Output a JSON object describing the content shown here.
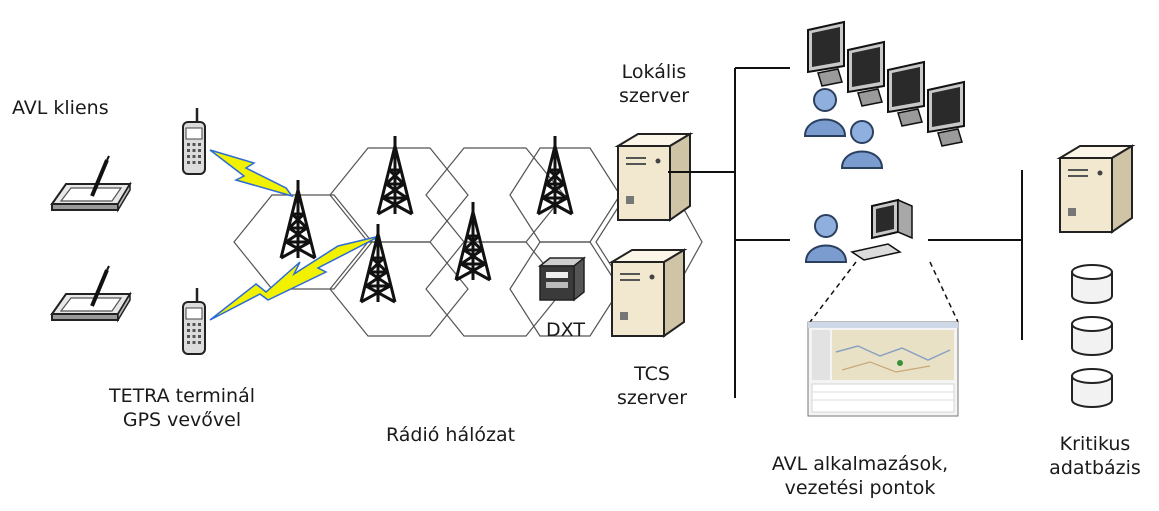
{
  "labels": {
    "avl_client": "AVL kliens",
    "tetra_line1": "TETRA terminál",
    "tetra_line2": "GPS vevővel",
    "radio_network": "Rádió hálózat",
    "dxt": "DXT",
    "local_server_line1": "Lokális",
    "local_server_line2": "szerver",
    "tcs_server_line1": "TCS",
    "tcs_server_line2": "szerver",
    "avl_apps_line1": "AVL alkalmazások,",
    "avl_apps_line2": "vezetési pontok",
    "critical_db_line1": "Kritikus",
    "critical_db_line2": "adatbázis"
  },
  "icons": {
    "tablet": "tablet-stylus-icon",
    "phone": "mobile-phone-icon",
    "tower": "radio-tower-icon",
    "server": "server-icon",
    "switch": "dxt-switch-icon",
    "monitor": "monitor-icon",
    "person": "user-icon",
    "workstation": "workstation-icon",
    "database": "database-icon",
    "lightning": "radio-link-icon"
  },
  "colors": {
    "line": "#111111",
    "hex_stroke": "#555555",
    "lightning_fill": "#f2f200",
    "lightning_stroke": "#2e6bd6",
    "person": "#7a9ccf",
    "server_body": "#f3ead3"
  }
}
